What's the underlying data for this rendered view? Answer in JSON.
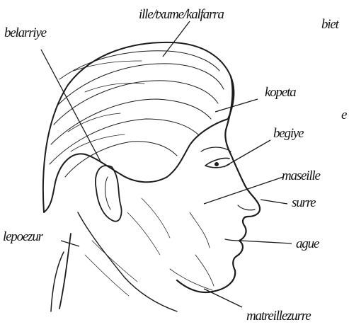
{
  "labels": {
    "belarriye": "belarriye",
    "ille": "ille/txume/kalfarra",
    "biet": "biet",
    "kopeta": "kopeta",
    "e": "e",
    "begiye": "begiye",
    "maseille": "maseille",
    "surre": "surre",
    "lepoezur": "lepoezur",
    "ague": "ague",
    "matreillezurre": "matreillezurre"
  }
}
